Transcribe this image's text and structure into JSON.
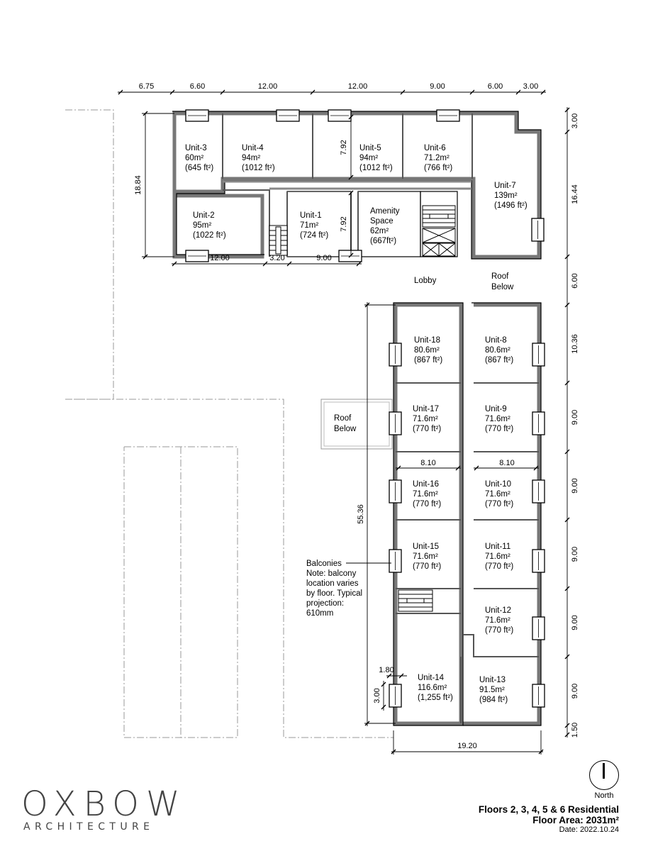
{
  "units": [
    {
      "key": "u3",
      "name": "Unit-3",
      "area": "60m²",
      "imperial": "(645 ft²)"
    },
    {
      "key": "u4",
      "name": "Unit-4",
      "area": "94m²",
      "imperial": "(1012 ft²)"
    },
    {
      "key": "u5",
      "name": "Unit-5",
      "area": "94m²",
      "imperial": "(1012 ft²)"
    },
    {
      "key": "u6",
      "name": "Unit-6",
      "area": "71.2m²",
      "imperial": "(766 ft²)"
    },
    {
      "key": "u7",
      "name": "Unit-7",
      "area": "139m²",
      "imperial": "(1496 ft²)"
    },
    {
      "key": "u2",
      "name": "Unit-2",
      "area": "95m²",
      "imperial": "(1022 ft²)"
    },
    {
      "key": "u1",
      "name": "Unit-1",
      "area": "71m²",
      "imperial": "(724 ft²)"
    },
    {
      "key": "u18",
      "name": "Unit-18",
      "area": "80.6m²",
      "imperial": "(867 ft²)"
    },
    {
      "key": "u8",
      "name": "Unit-8",
      "area": "80.6m²",
      "imperial": "(867 ft²)"
    },
    {
      "key": "u17",
      "name": "Unit-17",
      "area": "71.6m²",
      "imperial": "(770 ft²)"
    },
    {
      "key": "u9",
      "name": "Unit-9",
      "area": "71.6m²",
      "imperial": "(770 ft²)"
    },
    {
      "key": "u16",
      "name": "Unit-16",
      "area": "71.6m²",
      "imperial": "(770 ft²)"
    },
    {
      "key": "u10",
      "name": "Unit-10",
      "area": "71.6m²",
      "imperial": "(770 ft²)"
    },
    {
      "key": "u15",
      "name": "Unit-15",
      "area": "71.6m²",
      "imperial": "(770 ft²)"
    },
    {
      "key": "u11",
      "name": "Unit-11",
      "area": "71.6m²",
      "imperial": "(770 ft²)"
    },
    {
      "key": "u12",
      "name": "Unit-12",
      "area": "71.6m²",
      "imperial": "(770 ft²)"
    },
    {
      "key": "u14",
      "name": "Unit-14",
      "area": "116.6m²",
      "imperial": "(1,255 ft²)"
    },
    {
      "key": "u13",
      "name": "Unit-13",
      "area": "91.5m²",
      "imperial": "(984 ft²)"
    }
  ],
  "amenity": {
    "line1": "Amenity",
    "line2": "Space",
    "area": "62m²",
    "imperial": "(667ft²)"
  },
  "lobby": "Lobby",
  "roof_below": {
    "line1": "Roof",
    "line2": "Below"
  },
  "balcony_note": [
    "Balconies",
    "Note: balcony",
    "location varies",
    "by floor. Typical",
    "projection:",
    "610mm"
  ],
  "dimensions": {
    "top": [
      "6.75",
      "6.60",
      "12.00",
      "12.00",
      "9.00",
      "6.00",
      "3.00"
    ],
    "left_height": "18.84",
    "bottom_north": [
      "12.00",
      "3.20",
      "9.00"
    ],
    "inner_v1": "7.92",
    "inner_v2": "7.92",
    "right": [
      "3.00",
      "16.44",
      "6.00",
      "10.36",
      "9.00",
      "9.00",
      "9.00",
      "9.00",
      "9.00",
      "1.50"
    ],
    "wing_height": "55.36",
    "wing_width_left": "8.10",
    "wing_width_right": "8.10",
    "balcony_w": "1.80",
    "balcony_d": "3.00",
    "bottom_width": "19.20"
  },
  "north_label": "North",
  "brand": {
    "name": "OXBOW",
    "sub": "ARCHITECTURE"
  },
  "title_block": {
    "line1": "Floors 2, 3, 4, 5 & 6 Residential",
    "line2": "Floor Area: 2031m²",
    "line3": "Date: 2022.10.24"
  }
}
